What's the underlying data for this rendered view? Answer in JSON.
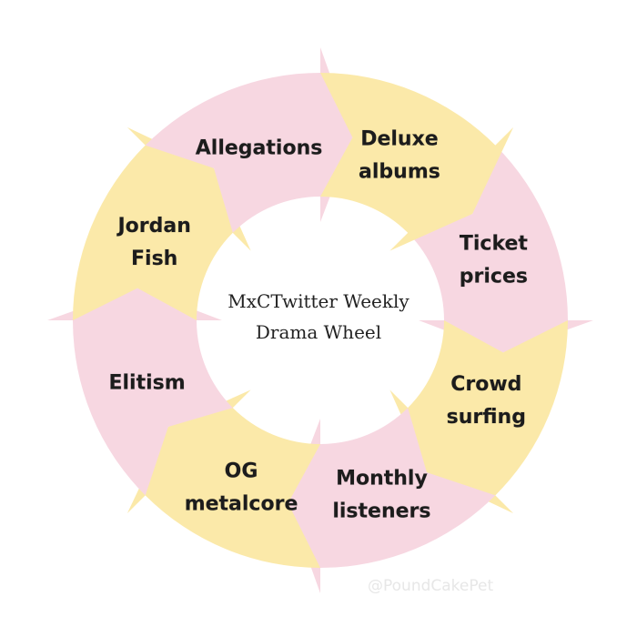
{
  "center": {
    "line1": "MxCTwitter Weekly",
    "line2": "Drama Wheel"
  },
  "segments": [
    {
      "lines": [
        "Ticket",
        "prices"
      ],
      "color": "#f7d7e1"
    },
    {
      "lines": [
        "Crowd",
        "surfing"
      ],
      "color": "#fbe9a9"
    },
    {
      "lines": [
        "Monthly",
        "listeners"
      ],
      "color": "#f7d7e1"
    },
    {
      "lines": [
        "OG",
        "metalcore"
      ],
      "color": "#fbe9a9"
    },
    {
      "lines": [
        "Elitism"
      ],
      "color": "#f7d7e1"
    },
    {
      "lines": [
        "Jordan",
        "Fish"
      ],
      "color": "#fbe9a9"
    },
    {
      "lines": [
        "Allegations"
      ],
      "color": "#f7d7e1"
    },
    {
      "lines": [
        "Deluxe",
        "albums"
      ],
      "color": "#fbe9a9"
    }
  ],
  "watermark": "@PoundCakePet"
}
